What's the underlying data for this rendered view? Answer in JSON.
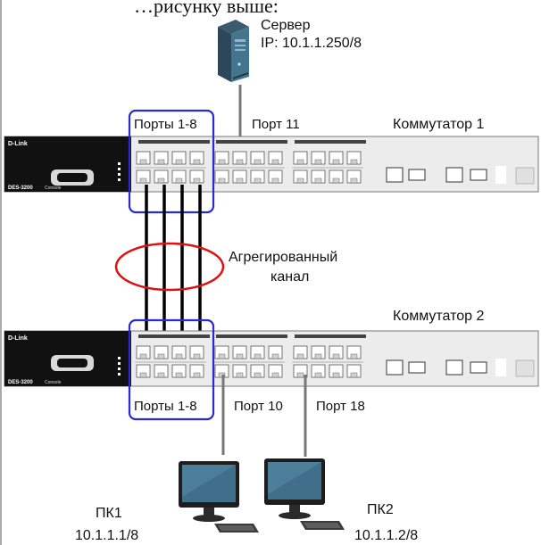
{
  "caption_top": "…рисунку выше:",
  "server": {
    "title": "Сервер",
    "ip": "IP: 10.1.1.250/8"
  },
  "switch1": {
    "name": "Коммутатор 1",
    "ports_group_label": "Порты 1-8",
    "port_label": "Порт 11",
    "brand": "D-Link",
    "model": "DES-3200",
    "console": "Console"
  },
  "switch2": {
    "name": "Коммутатор 2",
    "ports_group_label": "Порты 1-8",
    "port_a_label": "Порт 10",
    "port_b_label": "Порт 18",
    "brand": "D-Link",
    "model": "DES-3200",
    "console": "Console"
  },
  "aggregated_link": {
    "line1": "Агрегированный",
    "line2": "канал"
  },
  "pc1": {
    "name": "ПК1",
    "ip": "10.1.1.1/8"
  },
  "pc2": {
    "name": "ПК2",
    "ip": "10.1.1.2/8"
  },
  "colors": {
    "group_box": "#2a2ad0",
    "aggregate_oval": "#e01010",
    "cable": "#000000",
    "uplink": "#777777",
    "switch_body": "#ececec",
    "switch_panel": "#111111",
    "monitor_screen": "#3f6f8a"
  }
}
